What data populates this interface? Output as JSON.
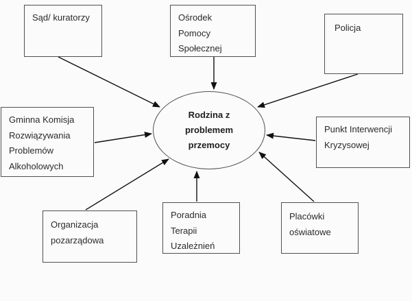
{
  "diagram": {
    "center": {
      "id": "rodzina-z-problemem-przemocy",
      "lines": [
        "Rodzina z",
        "problemem",
        "przemocy"
      ]
    },
    "nodes": [
      {
        "id": "sad-kuratorzy",
        "lines": [
          "Sąd/ kuratorzy"
        ]
      },
      {
        "id": "osrodek-pomocy",
        "lines": [
          "Ośrodek",
          "Pomocy",
          "Społecznej"
        ]
      },
      {
        "id": "policja",
        "lines": [
          "Policja"
        ]
      },
      {
        "id": "gminna-komisja",
        "lines": [
          "Gminna Komisja",
          "Rozwiązywania",
          "Problemów",
          "Alkoholowych"
        ]
      },
      {
        "id": "punkt-interwencji",
        "lines": [
          "Punkt Interwencji",
          "Kryzysowej"
        ]
      },
      {
        "id": "organizacja-pozarzadowa",
        "lines": [
          "Organizacja",
          "pozarządowa"
        ]
      },
      {
        "id": "poradnia-terapii",
        "lines": [
          "Poradnia",
          "Terapii",
          "Uzależnień"
        ]
      },
      {
        "id": "placowki-oswiatowe",
        "lines": [
          "Placówki",
          "oświatowe"
        ]
      }
    ],
    "edges": [
      {
        "from": "sad-kuratorzy",
        "to": "rodzina-z-problemem-przemocy"
      },
      {
        "from": "osrodek-pomocy",
        "to": "rodzina-z-problemem-przemocy"
      },
      {
        "from": "policja",
        "to": "rodzina-z-problemem-przemocy"
      },
      {
        "from": "gminna-komisja",
        "to": "rodzina-z-problemem-przemocy"
      },
      {
        "from": "punkt-interwencji",
        "to": "rodzina-z-problemem-przemocy"
      },
      {
        "from": "organizacja-pozarzadowa",
        "to": "rodzina-z-problemem-przemocy"
      },
      {
        "from": "poradnia-terapii",
        "to": "rodzina-z-problemem-przemocy"
      },
      {
        "from": "placowki-oswiatowe",
        "to": "rodzina-z-problemem-przemocy"
      }
    ],
    "colors": {
      "background": "#fbfbfb",
      "box_border": "#4f4f4f",
      "arrow": "#111111",
      "text": "#2a2a2a"
    }
  }
}
